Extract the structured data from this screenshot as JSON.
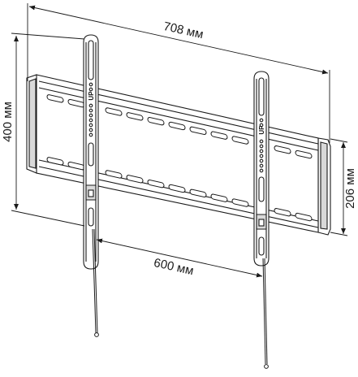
{
  "dimensions": {
    "overall_width": "708 мм",
    "vertical_spacing": "400 мм",
    "plate_height": "206 мм",
    "arm_spacing": "600 мм"
  },
  "arm_labels": {
    "left": "UP",
    "right": "UP"
  },
  "colors": {
    "line": "#1a1a1a",
    "background": "#ffffff",
    "shade": "#d9d9d9"
  }
}
